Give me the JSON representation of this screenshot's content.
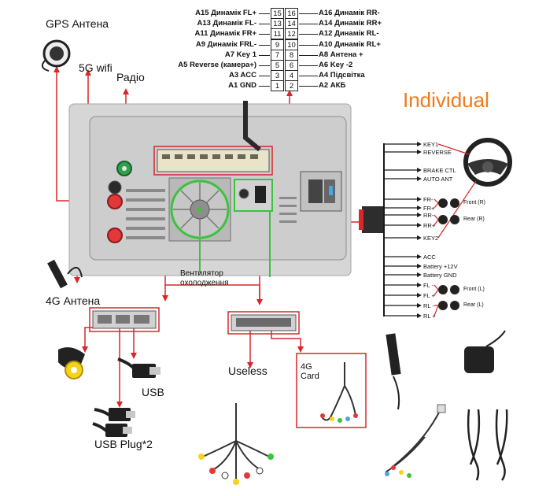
{
  "brand": "Individual",
  "antennas": {
    "gps": "GPS Антена",
    "wifi": "5G wifi",
    "radio": "Радіо",
    "lte": "4G Антена"
  },
  "fan_label": {
    "line1": "Вентилятор",
    "line2": "охолодження"
  },
  "connector_pins": [
    {
      "left_label": "A15 Динамік FL+",
      "left_num": "15",
      "right_num": "16",
      "right_label": "A16 Динамік RR-"
    },
    {
      "left_label": "A13 Динамік FL-",
      "left_num": "13",
      "right_num": "14",
      "right_label": "A14 Динамік RR+"
    },
    {
      "left_label": "A11 Динамік FR+",
      "left_num": "11",
      "right_num": "12",
      "right_label": "A12 Динамік RL-"
    },
    {
      "left_label": "A9 Динамік FRL-",
      "left_num": "9",
      "right_num": "10",
      "right_label": "A10 Динамік RL+"
    },
    {
      "left_label": "A7 Key 1",
      "left_num": "7",
      "right_num": "8",
      "right_label": "A8 Антена +"
    },
    {
      "left_label": "A5 Reverse (камера+)",
      "left_num": "5",
      "right_num": "6",
      "right_label": "A6 Key -2"
    },
    {
      "left_label": "A3 ACC",
      "left_num": "3",
      "right_num": "4",
      "right_label": "A4 Підсвітка"
    },
    {
      "left_label": "A1 GND",
      "left_num": "1",
      "right_num": "2",
      "right_label": "A2 АКБ"
    }
  ],
  "harness_top": [
    "KEY1",
    "REVERSE",
    "BRAKE CTL",
    "AUTO ANT",
    "FR-",
    "FR+",
    "RR-",
    "RR+",
    "KEY2"
  ],
  "harness_bottom": [
    "ACC",
    "Battery +12V",
    "Battery GND",
    "FL -",
    "FL +",
    "RL -",
    "RL +"
  ],
  "speakers": {
    "front_r": "Front (R)",
    "rear_r": "Rear (R)",
    "front_l": "Front (L)",
    "rear_l": "Rear (L)"
  },
  "accessories": {
    "usb": "USB",
    "usb_plug": "USB Plug*2",
    "useless": "Useless",
    "card_line1": "4G",
    "card_line2": "Card"
  }
}
